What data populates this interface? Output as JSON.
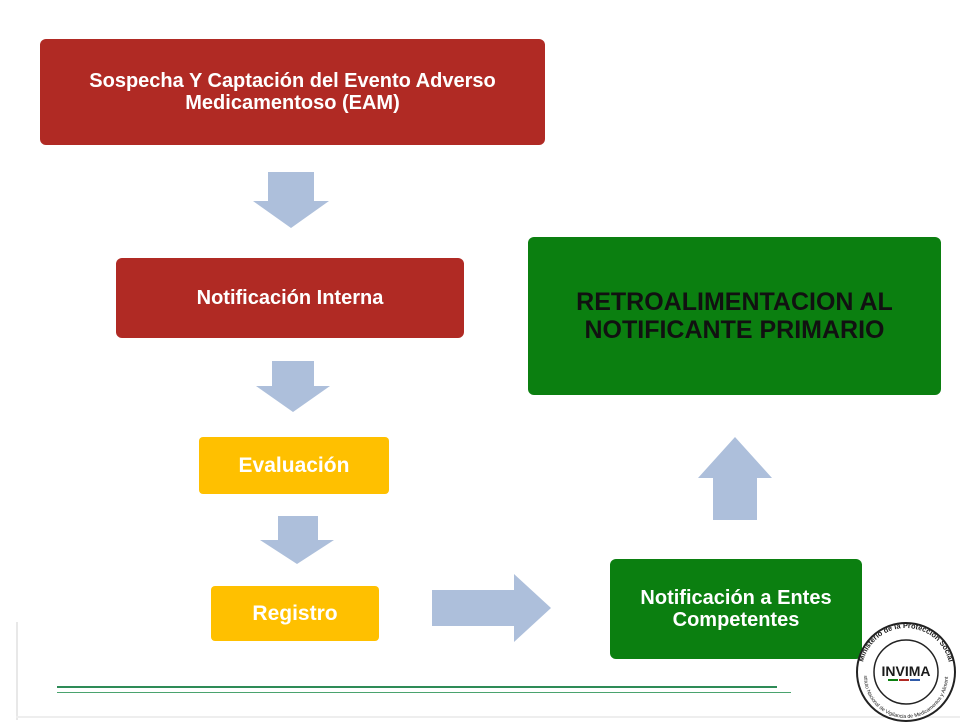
{
  "flow": {
    "step1": "Sospecha Y Captación del Evento Adverso Medicamentoso (EAM)",
    "step2": "Notificación Interna",
    "step3": "Evaluación",
    "step4": "Registro",
    "step5": "Notificación a Entes Competentes",
    "step6": "RETROALIMENTACION AL NOTIFICANTE PRIMARIO"
  },
  "logo": {
    "name": "INVIMA",
    "ring_text_top": "Ministerio de la Protección Social",
    "ring_text_bottom": "Instituto Nacional de Vigilancia de Medicamentos y Alimentos"
  },
  "colors": {
    "red": "#b02a24",
    "yellow": "#ffc000",
    "green": "#0b7f10",
    "arrow": "#adbfdb"
  }
}
